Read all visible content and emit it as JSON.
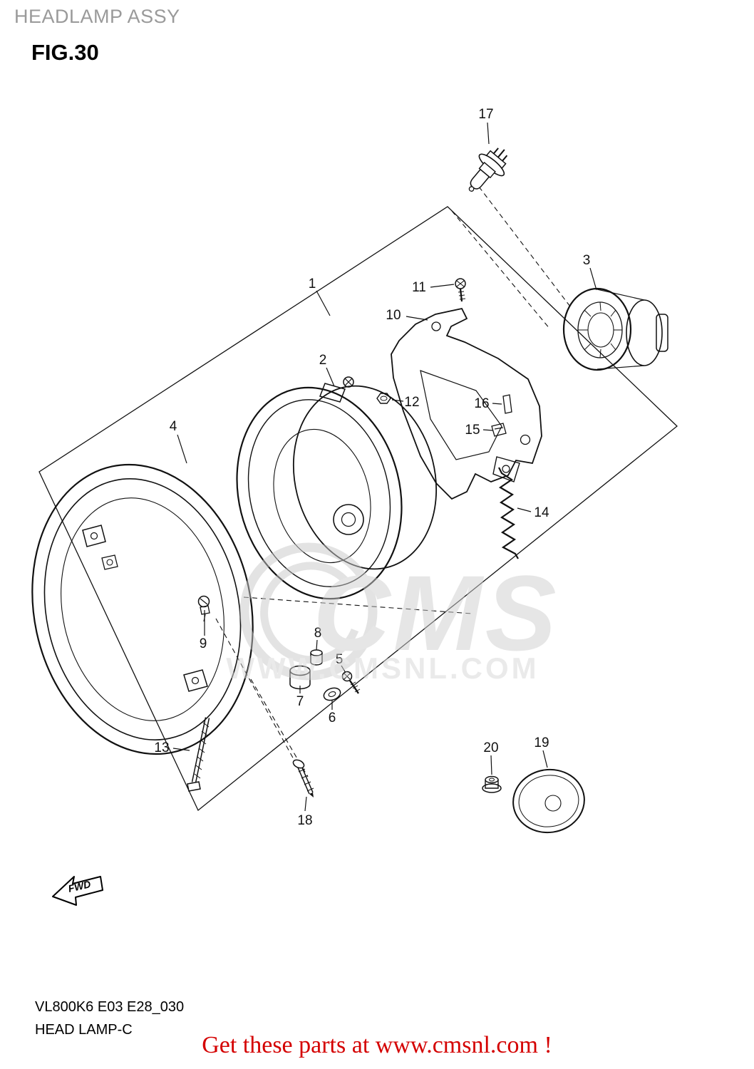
{
  "header": {
    "section_title": "HEADLAMP ASSY",
    "figure": "FIG.30"
  },
  "footer": {
    "model_code": "VL800K6 E03 E28_030",
    "diagram_name": "HEAD LAMP-C",
    "promo": "Get these parts at www.cmsnl.com !"
  },
  "watermark": {
    "brand": "CMS",
    "url": "WWW.CMSNL.COM"
  },
  "diagram": {
    "fwd_label": "FWD",
    "callouts": [
      "1",
      "2",
      "3",
      "4",
      "5",
      "6",
      "7",
      "8",
      "9",
      "10",
      "11",
      "12",
      "13",
      "14",
      "15",
      "16",
      "17",
      "18",
      "19",
      "20"
    ]
  }
}
